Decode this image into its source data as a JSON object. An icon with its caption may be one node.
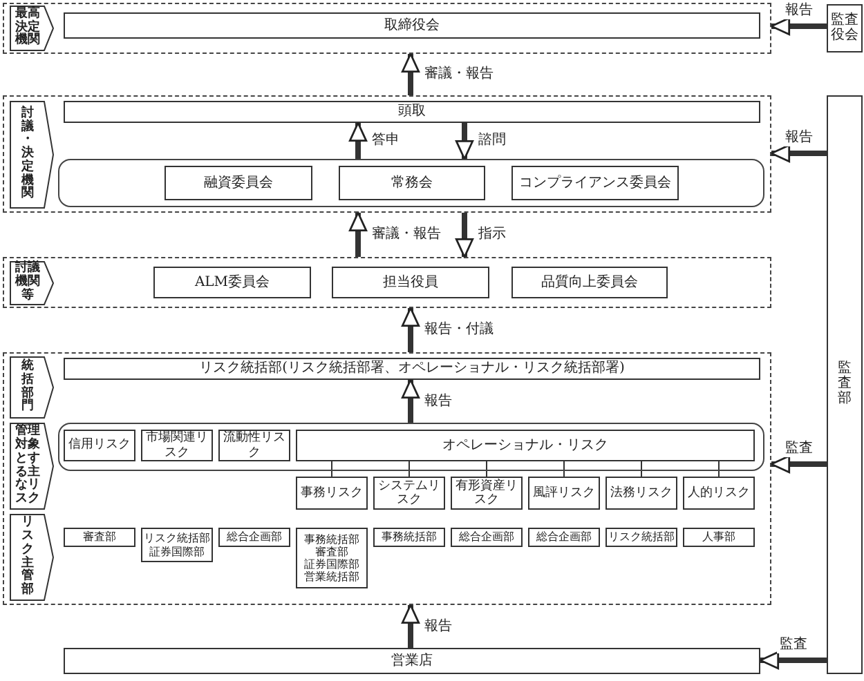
{
  "diagram": {
    "nodes": [
      {
        "text": [],
        "shape": "box"
      },
      {
        "text": [
          "最高決定機関"
        ],
        "in": 0
      },
      {
        "text": [
          "取締役会"
        ],
        "in": 0
      },
      {
        "text": [
          "監査役会"
        ]
      },
      {
        "text": [],
        "shape": "box"
      },
      {
        "text": [
          "討議・決定機関"
        ],
        "in": 4
      },
      {
        "text": [
          "頭取"
        ],
        "in": 4
      },
      {
        "text": [],
        "shape": "box",
        "in": 4
      },
      {
        "text": [
          "融資委員会"
        ],
        "in": 7
      },
      {
        "text": [
          "常務会"
        ],
        "in": 7
      },
      {
        "text": [
          "コンプライアンス委員会"
        ],
        "in": 7
      },
      {
        "text": [
          "監査部"
        ]
      },
      {
        "text": [],
        "shape": "box"
      },
      {
        "text": [
          "討議機関等"
        ],
        "in": 12
      },
      {
        "text": [
          "ALM委員会"
        ],
        "in": 12
      },
      {
        "text": [
          "担当役員"
        ],
        "in": 12
      },
      {
        "text": [
          "品質向上委員会"
        ],
        "in": 12
      },
      {
        "text": [],
        "shape": "box"
      },
      {
        "text": [
          "統括部門"
        ],
        "in": 17
      },
      {
        "text": [
          "リスク統括部(リスク統括部署、オペレーショナル・リスク統括部署)"
        ],
        "in": 17
      },
      {
        "text": [
          "管理対象とする主なリスク"
        ],
        "in": 17
      },
      {
        "text": [],
        "shape": "box",
        "in": 17
      },
      {
        "text": [
          "信用リスク"
        ],
        "in": 21
      },
      {
        "text": [
          "市場関連リスク"
        ],
        "in": 21
      },
      {
        "text": [
          "流動性リスク"
        ],
        "in": 21
      },
      {
        "text": [
          "オペレーショナル・リスク"
        ],
        "in": 21
      },
      {
        "text": [
          "事務リスク"
        ],
        "in": 17
      },
      {
        "text": [
          "システムリスク"
        ],
        "in": 17
      },
      {
        "text": [
          "有形資産リスク"
        ],
        "in": 17
      },
      {
        "text": [
          "風評リスク"
        ],
        "in": 17
      },
      {
        "text": [
          "法務リスク"
        ],
        "in": 17
      },
      {
        "text": [
          "人的リスク"
        ],
        "in": 17
      },
      {
        "text": [
          "リスク主管部"
        ],
        "in": 17
      },
      {
        "text": [
          "審査部"
        ],
        "in": 17
      },
      {
        "text": [
          "リスク統括部",
          "証券国際部"
        ],
        "in": 17
      },
      {
        "text": [
          "総合企画部"
        ],
        "in": 17
      },
      {
        "text": [
          "事務統括部",
          "審査部",
          "証券国際部",
          "営業統括部"
        ],
        "in": 17
      },
      {
        "text": [
          "事務統括部"
        ],
        "in": 17
      },
      {
        "text": [
          "総合企画部"
        ],
        "in": 17
      },
      {
        "text": [
          "総合企画部"
        ],
        "in": 17
      },
      {
        "text": [
          "リスク統括部"
        ],
        "in": 17
      },
      {
        "text": [
          "人事部"
        ],
        "in": 17
      },
      {
        "text": [
          "営業店"
        ]
      }
    ],
    "edges": [
      {
        "from": 3,
        "to": 0,
        "arrow": "to",
        "label": "報告"
      },
      {
        "from": 4,
        "to": 0,
        "arrow": "to",
        "label": "審議・報告"
      },
      {
        "from": 7,
        "to": 6,
        "arrow": "to",
        "label": "答申"
      },
      {
        "from": 6,
        "to": 7,
        "arrow": "to",
        "label": "諮問"
      },
      {
        "from": 11,
        "to": 4,
        "arrow": "to",
        "label": "報告"
      },
      {
        "from": 12,
        "to": 4,
        "arrow": "to",
        "label": "審議・報告"
      },
      {
        "from": 4,
        "to": 12,
        "arrow": "to",
        "label": "指示"
      },
      {
        "from": 17,
        "to": 12,
        "arrow": "to",
        "label": "報告・付議"
      },
      {
        "from": 21,
        "to": 19,
        "arrow": "to",
        "label": "報告"
      },
      {
        "from": 25,
        "to": 26,
        "arrow": "none"
      },
      {
        "from": 25,
        "to": 27,
        "arrow": "none"
      },
      {
        "from": 25,
        "to": 28,
        "arrow": "none"
      },
      {
        "from": 25,
        "to": 29,
        "arrow": "none"
      },
      {
        "from": 25,
        "to": 30,
        "arrow": "none"
      },
      {
        "from": 25,
        "to": 31,
        "arrow": "none"
      },
      {
        "from": 11,
        "to": 17,
        "arrow": "to",
        "label": "監査"
      },
      {
        "from": 42,
        "to": 17,
        "arrow": "to",
        "label": "報告"
      },
      {
        "from": 11,
        "to": 42,
        "arrow": "to",
        "label": "監査"
      }
    ]
  }
}
